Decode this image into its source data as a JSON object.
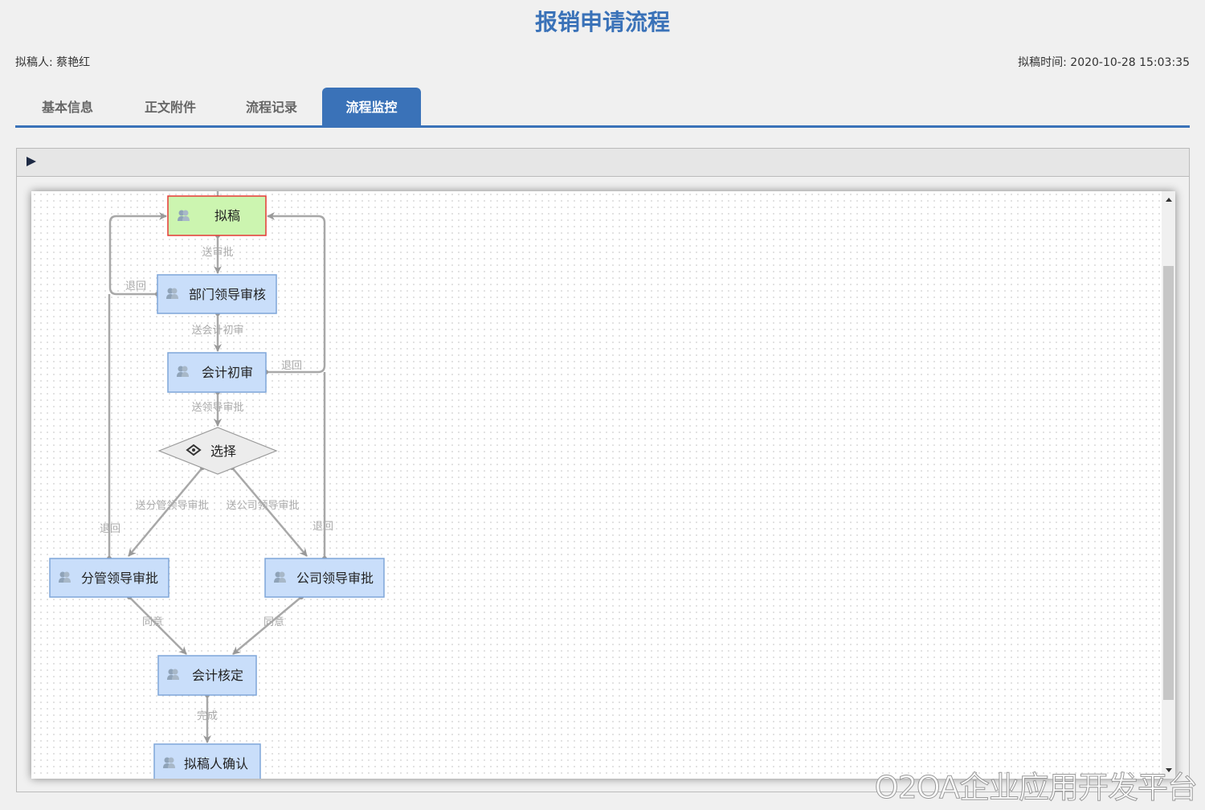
{
  "header": {
    "title": "报销申请流程",
    "drafter_label": "拟稿人:",
    "drafter": "蔡艳红",
    "time_label": "拟稿时间:",
    "time": "2020-10-28 15:03:35"
  },
  "tabs": [
    {
      "label": "基本信息"
    },
    {
      "label": "正文附件"
    },
    {
      "label": "流程记录"
    },
    {
      "label": "流程监控",
      "active": true
    }
  ],
  "colors": {
    "accent": "#3a72b8",
    "current_node": "#ccf5b0",
    "current_border": "#e53935",
    "node_fill": "#c9defa",
    "node_border": "#7fa6d9"
  },
  "flow": {
    "nodes": [
      {
        "label": "拟稿",
        "icon": "users-icon",
        "current": true
      },
      {
        "label": "部门领导审核",
        "icon": "users-icon"
      },
      {
        "label": "会计初审",
        "icon": "users-icon"
      },
      {
        "label": "选择",
        "icon": "choice-icon",
        "type": "decision"
      },
      {
        "label": "分管领导审批",
        "icon": "users-icon"
      },
      {
        "label": "公司领导审批",
        "icon": "users-icon"
      },
      {
        "label": "会计核定",
        "icon": "users-icon"
      },
      {
        "label": "拟稿人确认",
        "icon": "users-icon"
      }
    ],
    "edges": [
      {
        "label": "送审批"
      },
      {
        "label": "送会计初审"
      },
      {
        "label": "送领导审批"
      },
      {
        "label": "送分管领导审批"
      },
      {
        "label": "送公司领导审批"
      },
      {
        "label": "同意"
      },
      {
        "label": "同意"
      },
      {
        "label": "完成"
      },
      {
        "label": "退回"
      },
      {
        "label": "退回"
      },
      {
        "label": "退回"
      },
      {
        "label": "退回"
      }
    ]
  },
  "watermark": "O2OA企业应用开发平台"
}
